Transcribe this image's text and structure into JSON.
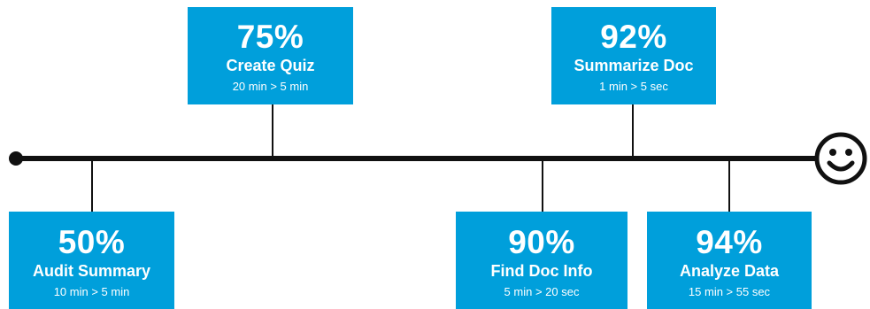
{
  "theme": {
    "card_color": "#009fdb",
    "line_color": "#111111"
  },
  "milestones": [
    {
      "percent": "75%",
      "title": "Create Quiz",
      "detail": "20 min > 5 min"
    },
    {
      "percent": "92%",
      "title": "Summarize Doc",
      "detail": "1 min > 5 sec"
    },
    {
      "percent": "50%",
      "title": "Audit Summary",
      "detail": "10 min > 5 min"
    },
    {
      "percent": "90%",
      "title": "Find Doc Info",
      "detail": "5 min > 20 sec"
    },
    {
      "percent": "94%",
      "title": "Analyze Data",
      "detail": "15 min > 55  sec"
    }
  ],
  "icons": {
    "start": "timeline-start-dot",
    "end": "smiley-face-icon"
  }
}
